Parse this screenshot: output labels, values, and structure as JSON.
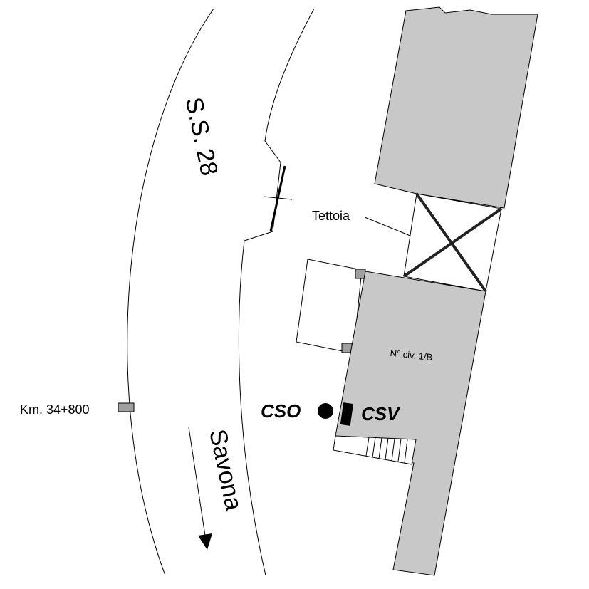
{
  "labels": {
    "road": "S.S. 28",
    "direction": "Savona",
    "shelter": "Tettoia",
    "civic_number": "N° civ. 1/B",
    "kilometer": "Km. 34+800",
    "marker_cso": "CSO",
    "marker_csv": "CSV"
  },
  "colors": {
    "building_fill": "#c8c8c8",
    "stroke": "#000000",
    "background": "#ffffff"
  }
}
